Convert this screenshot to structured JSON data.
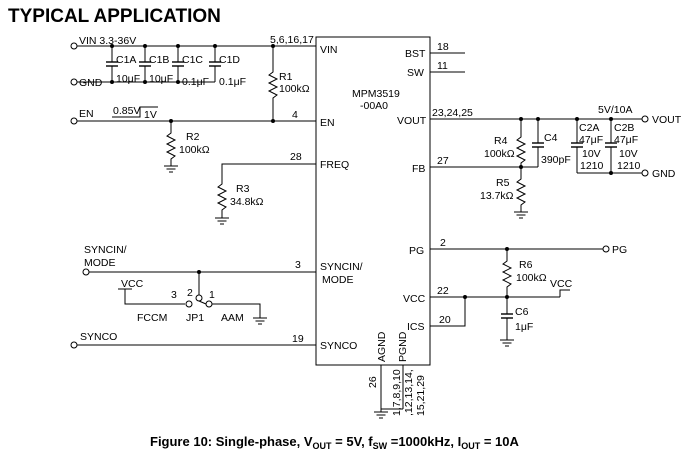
{
  "heading": "TYPICAL APPLICATION",
  "ic": {
    "part_line1": "MPM3519",
    "part_line2": "-00A0",
    "left_pins": {
      "vin": "VIN",
      "en": "EN",
      "freq": "FREQ",
      "syncin_line1": "SYNCIN/",
      "syncin_line2": "MODE",
      "synco": "SYNCO"
    },
    "right_pins": {
      "bst": "BST",
      "sw": "SW",
      "vout": "VOUT",
      "fb": "FB",
      "pg": "PG",
      "vcc": "VCC",
      "ics": "ICS"
    },
    "bottom_pins": {
      "agnd": "AGND",
      "pgnd": "PGND"
    }
  },
  "pin_numbers": {
    "vin": "5,6,16,17",
    "en": "4",
    "freq": "28",
    "syncin": "3",
    "synco": "19",
    "bst": "18",
    "sw": "11",
    "vout": "23,24,25",
    "fb": "27",
    "pg": "2",
    "vcc": "22",
    "ics": "20",
    "agnd": "26",
    "pgnd_line1": "1,7,8,9,10",
    "pgnd_line2": ",12,13,14,",
    "pgnd_line3": "15,21,29"
  },
  "nets": {
    "vin": "VIN 3.3-36V",
    "gnd_left": "GND",
    "en": "EN",
    "en_pulse_low": "0.85V",
    "en_pulse_high": "1V",
    "syncin_line1": "SYNCIN/",
    "syncin_line2": "MODE",
    "synco": "SYNCO",
    "vout_rating": "5V/10A",
    "vout": "VOUT",
    "gnd_right": "GND",
    "pg": "PG",
    "vcc_jumper": "VCC",
    "vcc_r6": "VCC"
  },
  "components": {
    "c1a": {
      "name": "C1A",
      "value": "10μF"
    },
    "c1b": {
      "name": "C1B",
      "value": "10μF"
    },
    "c1c": {
      "name": "C1C",
      "value": "0.1μF"
    },
    "c1d": {
      "name": "C1D",
      "value": "0.1μF"
    },
    "r1": {
      "name": "R1",
      "value": "100kΩ"
    },
    "r2": {
      "name": "R2",
      "value": "100kΩ"
    },
    "r3": {
      "name": "R3",
      "value": "34.8kΩ"
    },
    "r4": {
      "name": "R4",
      "value": "100kΩ"
    },
    "r5": {
      "name": "R5",
      "value": "13.7kΩ"
    },
    "c4": {
      "name": "C4",
      "value": "390pF"
    },
    "c2a": {
      "name": "C2A",
      "value": "47μF",
      "voltage": "10V",
      "package": "1210"
    },
    "c2b": {
      "name": "C2B",
      "value": "47μF",
      "voltage": "10V",
      "package": "1210"
    },
    "r6": {
      "name": "R6",
      "value": "100kΩ"
    },
    "c6": {
      "name": "C6",
      "value": "1μF"
    }
  },
  "jumper": {
    "name": "JP1",
    "pin3": "3",
    "pin2": "2",
    "pin1": "1",
    "left_label": "FCCM",
    "right_label": "AAM"
  },
  "caption": {
    "prefix": "Figure 10: Single-phase, V",
    "vout_sub": "OUT",
    "vout_val": " = 5V, f",
    "fsw_sub": "SW",
    "fsw_val": " =1000kHz,  I",
    "iout_sub": "OUT",
    "iout_val": " = 10A"
  }
}
